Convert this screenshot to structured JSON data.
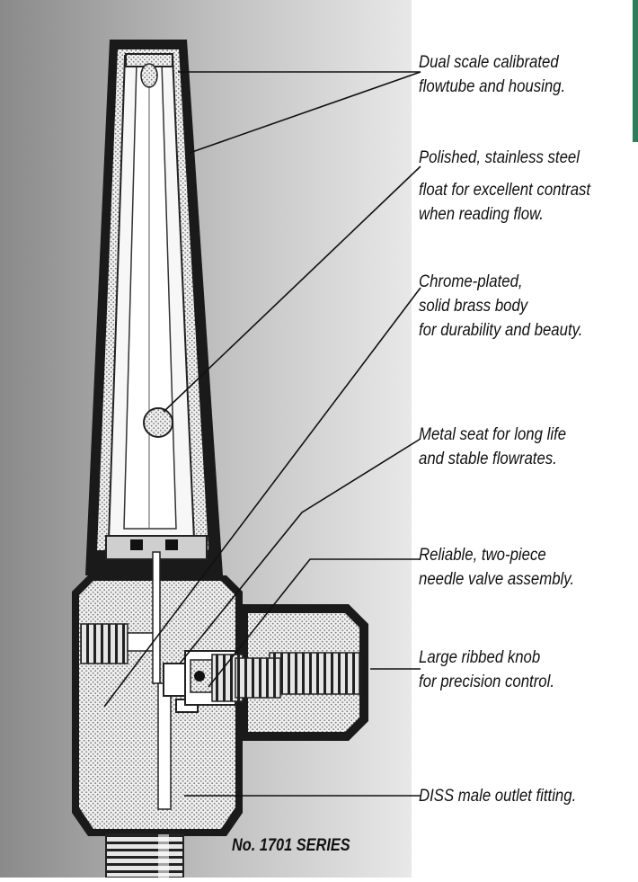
{
  "accent_color": "#2e7d5a",
  "callouts": [
    {
      "lines": [
        "Dual scale calibrated",
        "flowtube and housing."
      ]
    },
    {
      "lines": [
        "Polished, stainless steel",
        "float for excellent contrast",
        "when reading flow."
      ]
    },
    {
      "lines": [
        "Chrome-plated,",
        "solid brass body",
        "for durability and beauty."
      ]
    },
    {
      "lines": [
        "Metal seat for long life",
        "and stable flowrates."
      ]
    },
    {
      "lines": [
        "Reliable, two-piece",
        "needle valve assembly."
      ]
    },
    {
      "lines": [
        "Large ribbed knob",
        "for precision control."
      ]
    },
    {
      "lines": [
        "DISS male outlet fitting."
      ]
    }
  ],
  "series_label": "No. 1701 SERIES"
}
